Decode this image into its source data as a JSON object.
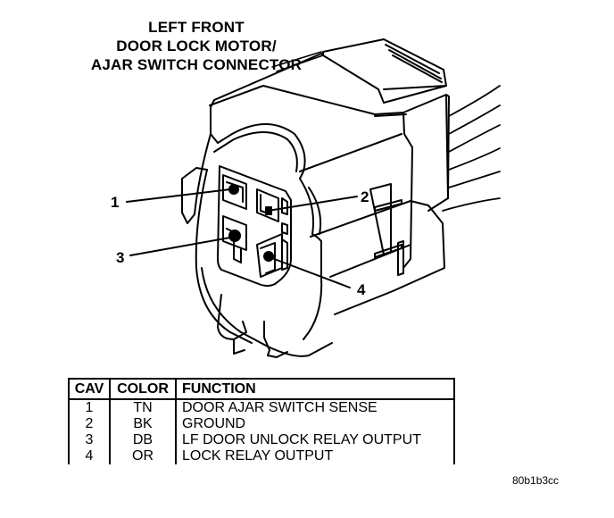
{
  "title": {
    "line1": "LEFT FRONT",
    "line2": "DOOR LOCK MOTOR/",
    "line3": "AJAR SWITCH CONNECTOR"
  },
  "callouts": [
    "1",
    "2",
    "3",
    "4"
  ],
  "table": {
    "headers": [
      "CAV",
      "COLOR",
      "FUNCTION"
    ],
    "rows": [
      {
        "cav": "1",
        "color": "TN",
        "function": "DOOR AJAR SWITCH SENSE"
      },
      {
        "cav": "2",
        "color": "BK",
        "function": "GROUND"
      },
      {
        "cav": "3",
        "color": "DB",
        "function": "LF DOOR UNLOCK RELAY OUTPUT"
      },
      {
        "cav": "4",
        "color": "OR",
        "function": "LOCK RELAY OUTPUT"
      }
    ]
  },
  "figure_id": "80b1b3cc"
}
